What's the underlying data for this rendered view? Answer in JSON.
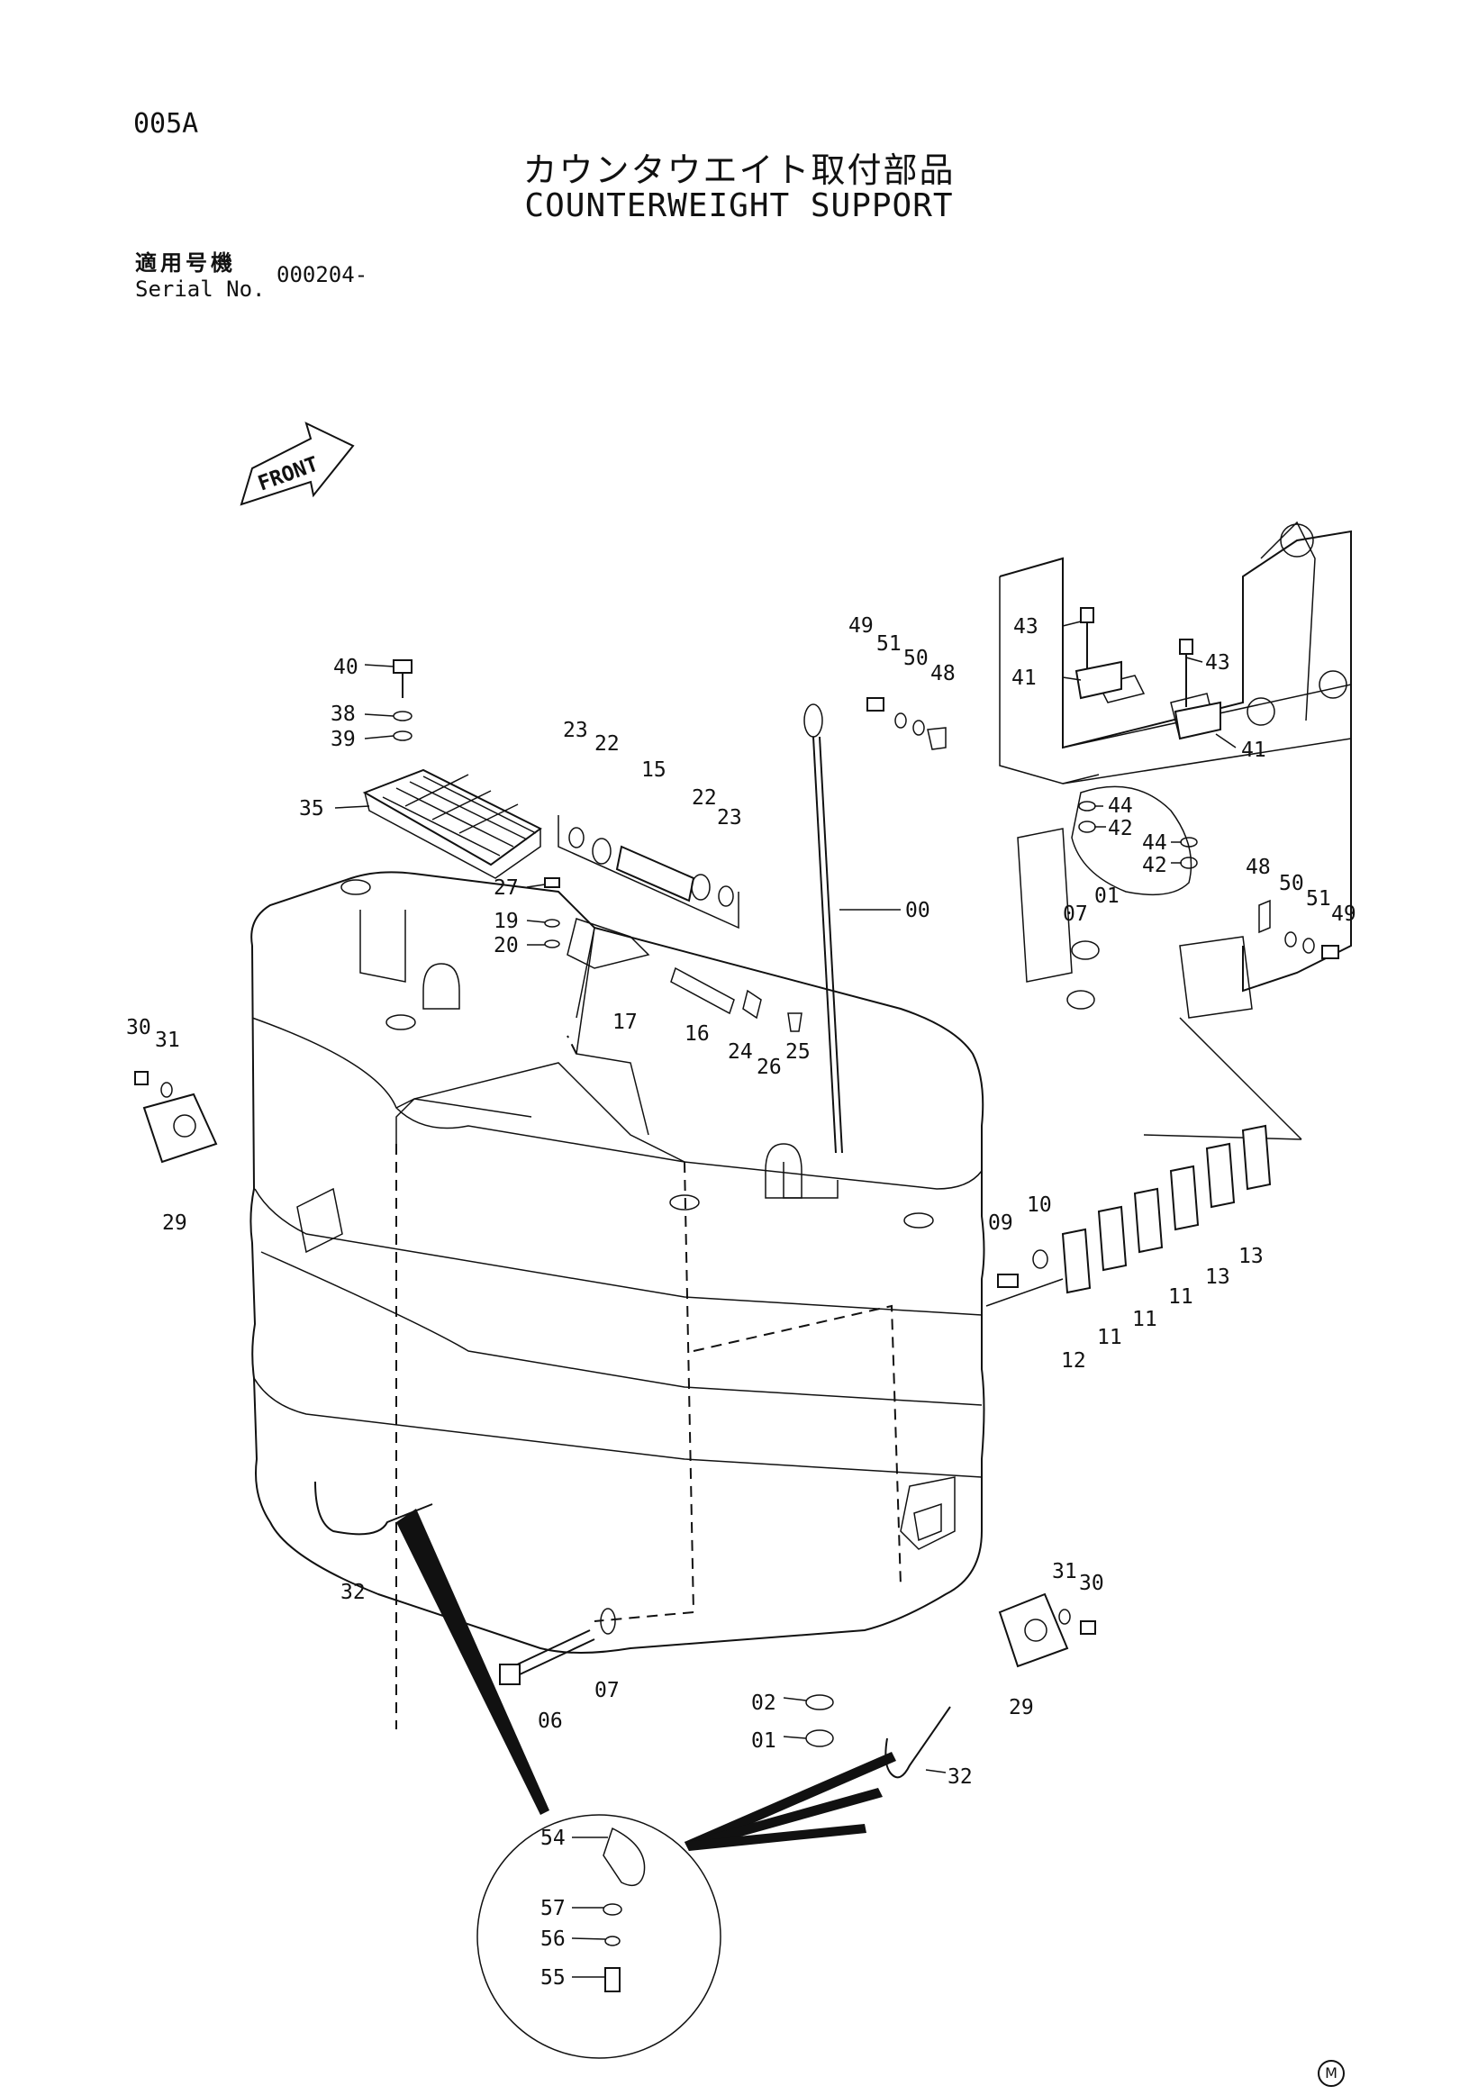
{
  "header": {
    "page_code": "005A",
    "title_jp": "カウンタウエイト取付部品",
    "title_en": "COUNTERWEIGHT SUPPORT",
    "serial_label_jp": "適用号機",
    "serial_label_en": "Serial No.",
    "serial_value": "000204-"
  },
  "front_arrow_label": "FRONT",
  "footer_mark": "M",
  "part_callouts": [
    {
      "label": "00"
    },
    {
      "label": "01"
    },
    {
      "label": "01"
    },
    {
      "label": "02"
    },
    {
      "label": "06"
    },
    {
      "label": "07"
    },
    {
      "label": "07"
    },
    {
      "label": "09"
    },
    {
      "label": "10"
    },
    {
      "label": "11"
    },
    {
      "label": "11"
    },
    {
      "label": "11"
    },
    {
      "label": "12"
    },
    {
      "label": "13"
    },
    {
      "label": "13"
    },
    {
      "label": "15"
    },
    {
      "label": "16"
    },
    {
      "label": "17"
    },
    {
      "label": "19"
    },
    {
      "label": "20"
    },
    {
      "label": "22"
    },
    {
      "label": "22"
    },
    {
      "label": "23"
    },
    {
      "label": "23"
    },
    {
      "label": "24"
    },
    {
      "label": "25"
    },
    {
      "label": "26"
    },
    {
      "label": "27"
    },
    {
      "label": "29"
    },
    {
      "label": "29"
    },
    {
      "label": "30"
    },
    {
      "label": "30"
    },
    {
      "label": "31"
    },
    {
      "label": "31"
    },
    {
      "label": "32"
    },
    {
      "label": "32"
    },
    {
      "label": "35"
    },
    {
      "label": "38"
    },
    {
      "label": "39"
    },
    {
      "label": "40"
    },
    {
      "label": "41"
    },
    {
      "label": "41"
    },
    {
      "label": "42"
    },
    {
      "label": "42"
    },
    {
      "label": "43"
    },
    {
      "label": "43"
    },
    {
      "label": "44"
    },
    {
      "label": "44"
    },
    {
      "label": "48"
    },
    {
      "label": "48"
    },
    {
      "label": "49"
    },
    {
      "label": "49"
    },
    {
      "label": "50"
    },
    {
      "label": "50"
    },
    {
      "label": "51"
    },
    {
      "label": "51"
    },
    {
      "label": "54"
    },
    {
      "label": "55"
    },
    {
      "label": "56"
    },
    {
      "label": "57"
    }
  ]
}
